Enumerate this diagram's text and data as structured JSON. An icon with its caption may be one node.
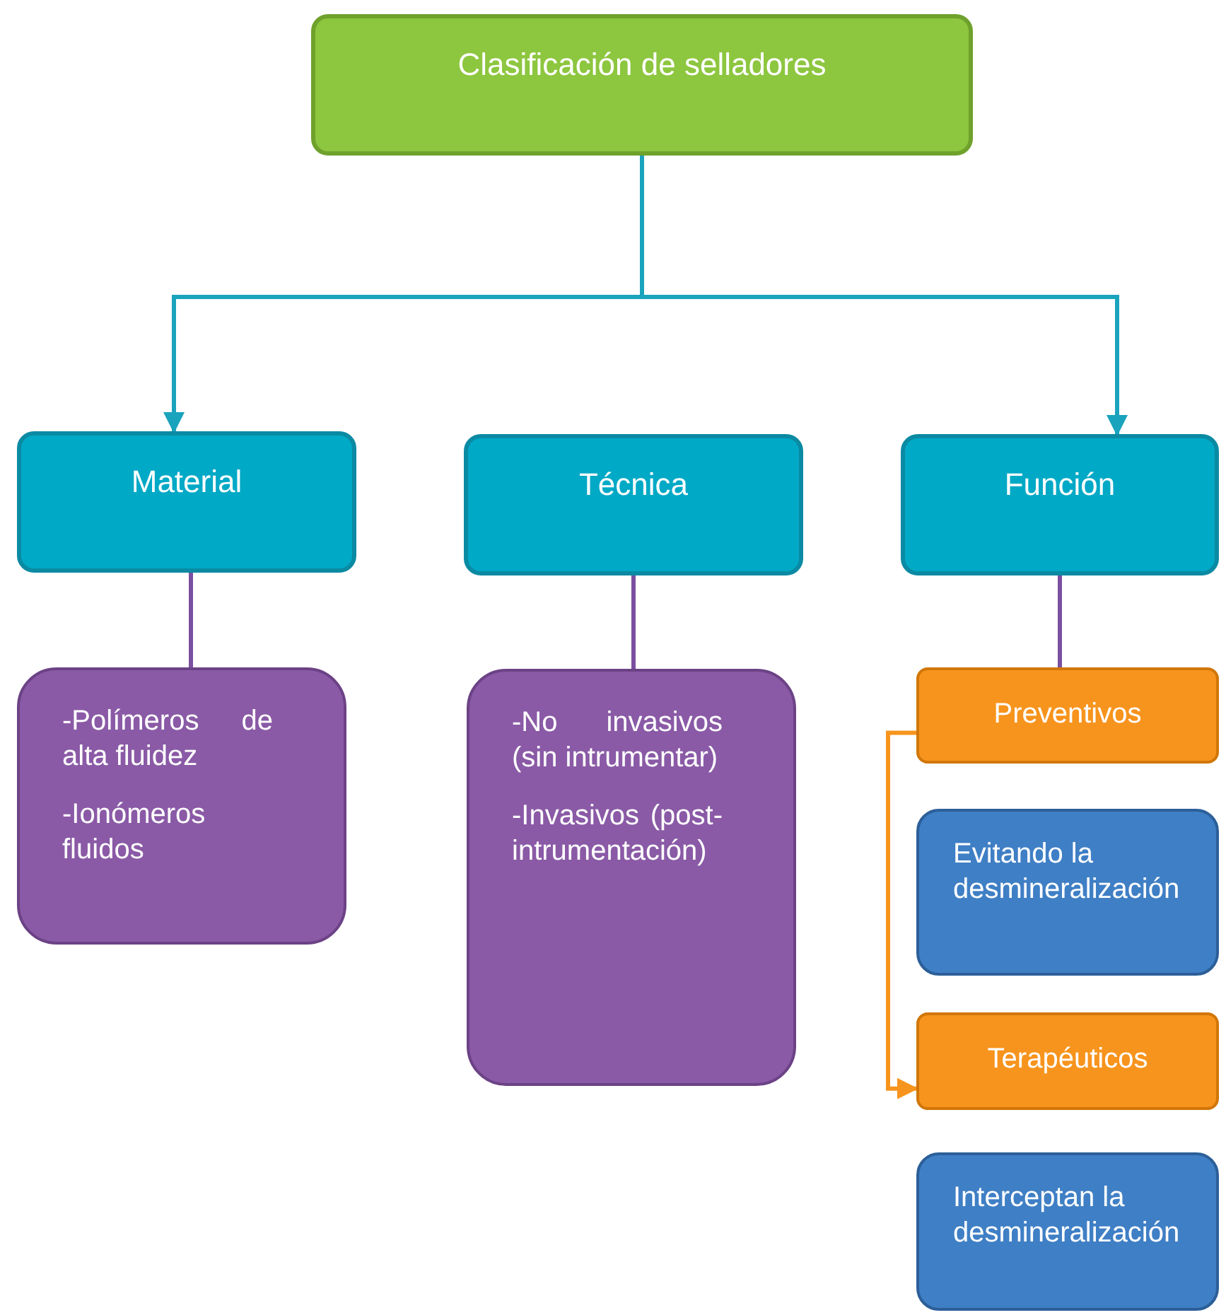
{
  "diagram": {
    "nodes": [
      {
        "text": [
          "Clasificación de selladores"
        ]
      },
      {
        "text": [
          "Material"
        ]
      },
      {
        "text": [
          "Técnica"
        ]
      },
      {
        "text": [
          "Función"
        ]
      },
      {
        "text": [
          "-Polímeros de alta fluidez",
          "-Ionómeros fluidos"
        ]
      },
      {
        "text": [
          "-No invasivos (sin intrumentar)",
          "-Invasivos (post-intrumentación)"
        ]
      },
      {
        "text": [
          "Preventivos"
        ]
      },
      {
        "text": [
          "Evitando la desmineralización"
        ]
      },
      {
        "text": [
          "Terapéuticos"
        ]
      },
      {
        "text": [
          "Interceptan la desmineralización"
        ]
      }
    ],
    "edges": [
      {
        "from": 0,
        "to": 1,
        "arrow": "to",
        "color": "#1aa3bd"
      },
      {
        "from": 0,
        "to": 3,
        "arrow": "to",
        "color": "#1aa3bd"
      },
      {
        "from": 1,
        "to": 4,
        "arrow": "none",
        "color": "#7b4fa0"
      },
      {
        "from": 2,
        "to": 5,
        "arrow": "none",
        "color": "#7b4fa0"
      },
      {
        "from": 3,
        "to": 6,
        "arrow": "none",
        "color": "#7b4fa0"
      },
      {
        "from": 6,
        "to": 8,
        "arrow": "to",
        "color": "#f7941d"
      }
    ]
  }
}
